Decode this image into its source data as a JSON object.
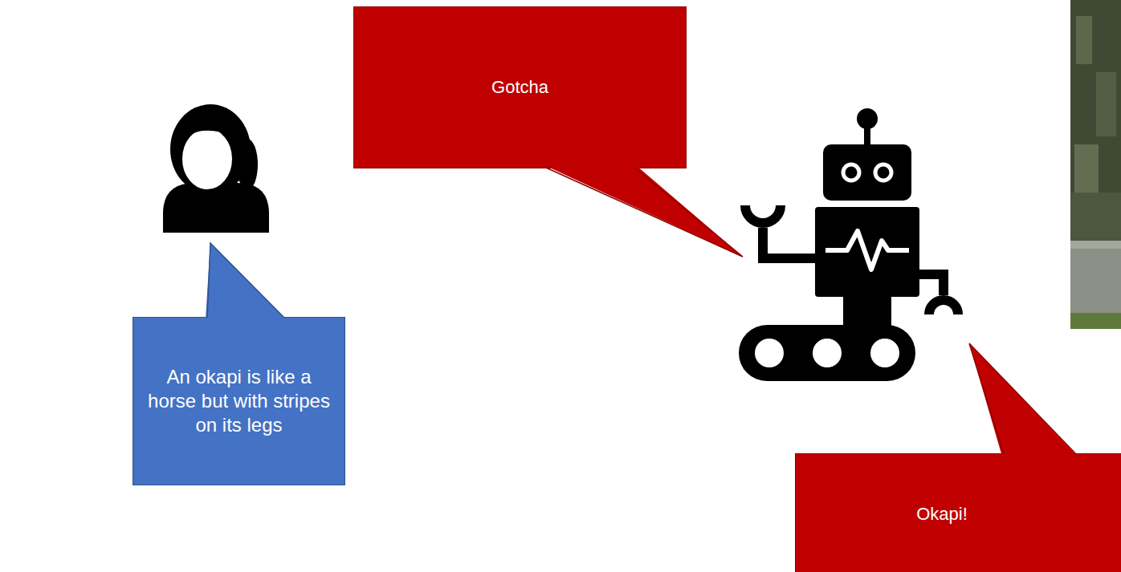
{
  "diagram": {
    "nodes": [
      {
        "text": [
          "An okapi is like a horse but with stripes on its legs"
        ]
      },
      {
        "text": [
          "Gotcha"
        ]
      },
      {
        "text": [
          "Okapi!"
        ]
      }
    ]
  }
}
